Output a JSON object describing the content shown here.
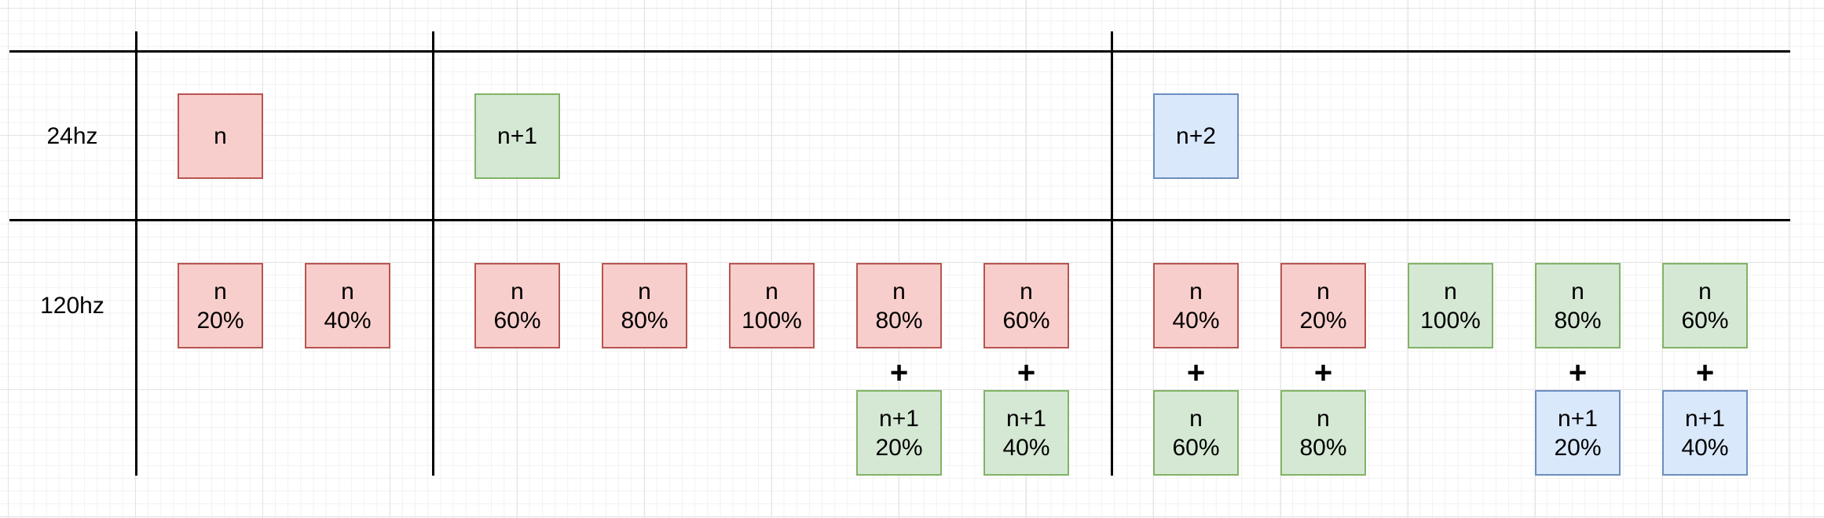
{
  "rows": [
    {
      "id": "24hz",
      "label": "24hz"
    },
    {
      "id": "120hz",
      "label": "120hz"
    }
  ],
  "colors": {
    "red": {
      "fill": "#f8cecc",
      "stroke": "#b85450"
    },
    "green": {
      "fill": "#d5e8d4",
      "stroke": "#82b366"
    },
    "blue": {
      "fill": "#dae8fc",
      "stroke": "#6c8ebf"
    }
  },
  "frames_24hz": [
    {
      "lines": [
        "n"
      ],
      "color": "red"
    },
    {
      "lines": [
        "n+1"
      ],
      "color": "green"
    },
    {
      "lines": [
        "n+2"
      ],
      "color": "blue"
    }
  ],
  "frames_120hz": [
    {
      "top": {
        "lines": [
          "n",
          "20%"
        ],
        "color": "red"
      }
    },
    {
      "top": {
        "lines": [
          "n",
          "40%"
        ],
        "color": "red"
      }
    },
    {
      "top": {
        "lines": [
          "n",
          "60%"
        ],
        "color": "red"
      }
    },
    {
      "top": {
        "lines": [
          "n",
          "80%"
        ],
        "color": "red"
      }
    },
    {
      "top": {
        "lines": [
          "n",
          "100%"
        ],
        "color": "red"
      }
    },
    {
      "top": {
        "lines": [
          "n",
          "80%"
        ],
        "color": "red"
      },
      "plus": "+",
      "bottom": {
        "lines": [
          "n+1",
          "20%"
        ],
        "color": "green"
      }
    },
    {
      "top": {
        "lines": [
          "n",
          "60%"
        ],
        "color": "red"
      },
      "plus": "+",
      "bottom": {
        "lines": [
          "n+1",
          "40%"
        ],
        "color": "green"
      }
    },
    {
      "top": {
        "lines": [
          "n",
          "40%"
        ],
        "color": "red"
      },
      "plus": "+",
      "bottom": {
        "lines": [
          "n",
          "60%"
        ],
        "color": "green"
      }
    },
    {
      "top": {
        "lines": [
          "n",
          "20%"
        ],
        "color": "red"
      },
      "plus": "+",
      "bottom": {
        "lines": [
          "n",
          "80%"
        ],
        "color": "green"
      }
    },
    {
      "top": {
        "lines": [
          "n",
          "100%"
        ],
        "color": "green"
      }
    },
    {
      "top": {
        "lines": [
          "n",
          "80%"
        ],
        "color": "green"
      },
      "plus": "+",
      "bottom": {
        "lines": [
          "n+1",
          "20%"
        ],
        "color": "blue"
      }
    },
    {
      "top": {
        "lines": [
          "n",
          "60%"
        ],
        "color": "green"
      },
      "plus": "+",
      "bottom": {
        "lines": [
          "n+1",
          "40%"
        ],
        "color": "blue"
      }
    }
  ]
}
